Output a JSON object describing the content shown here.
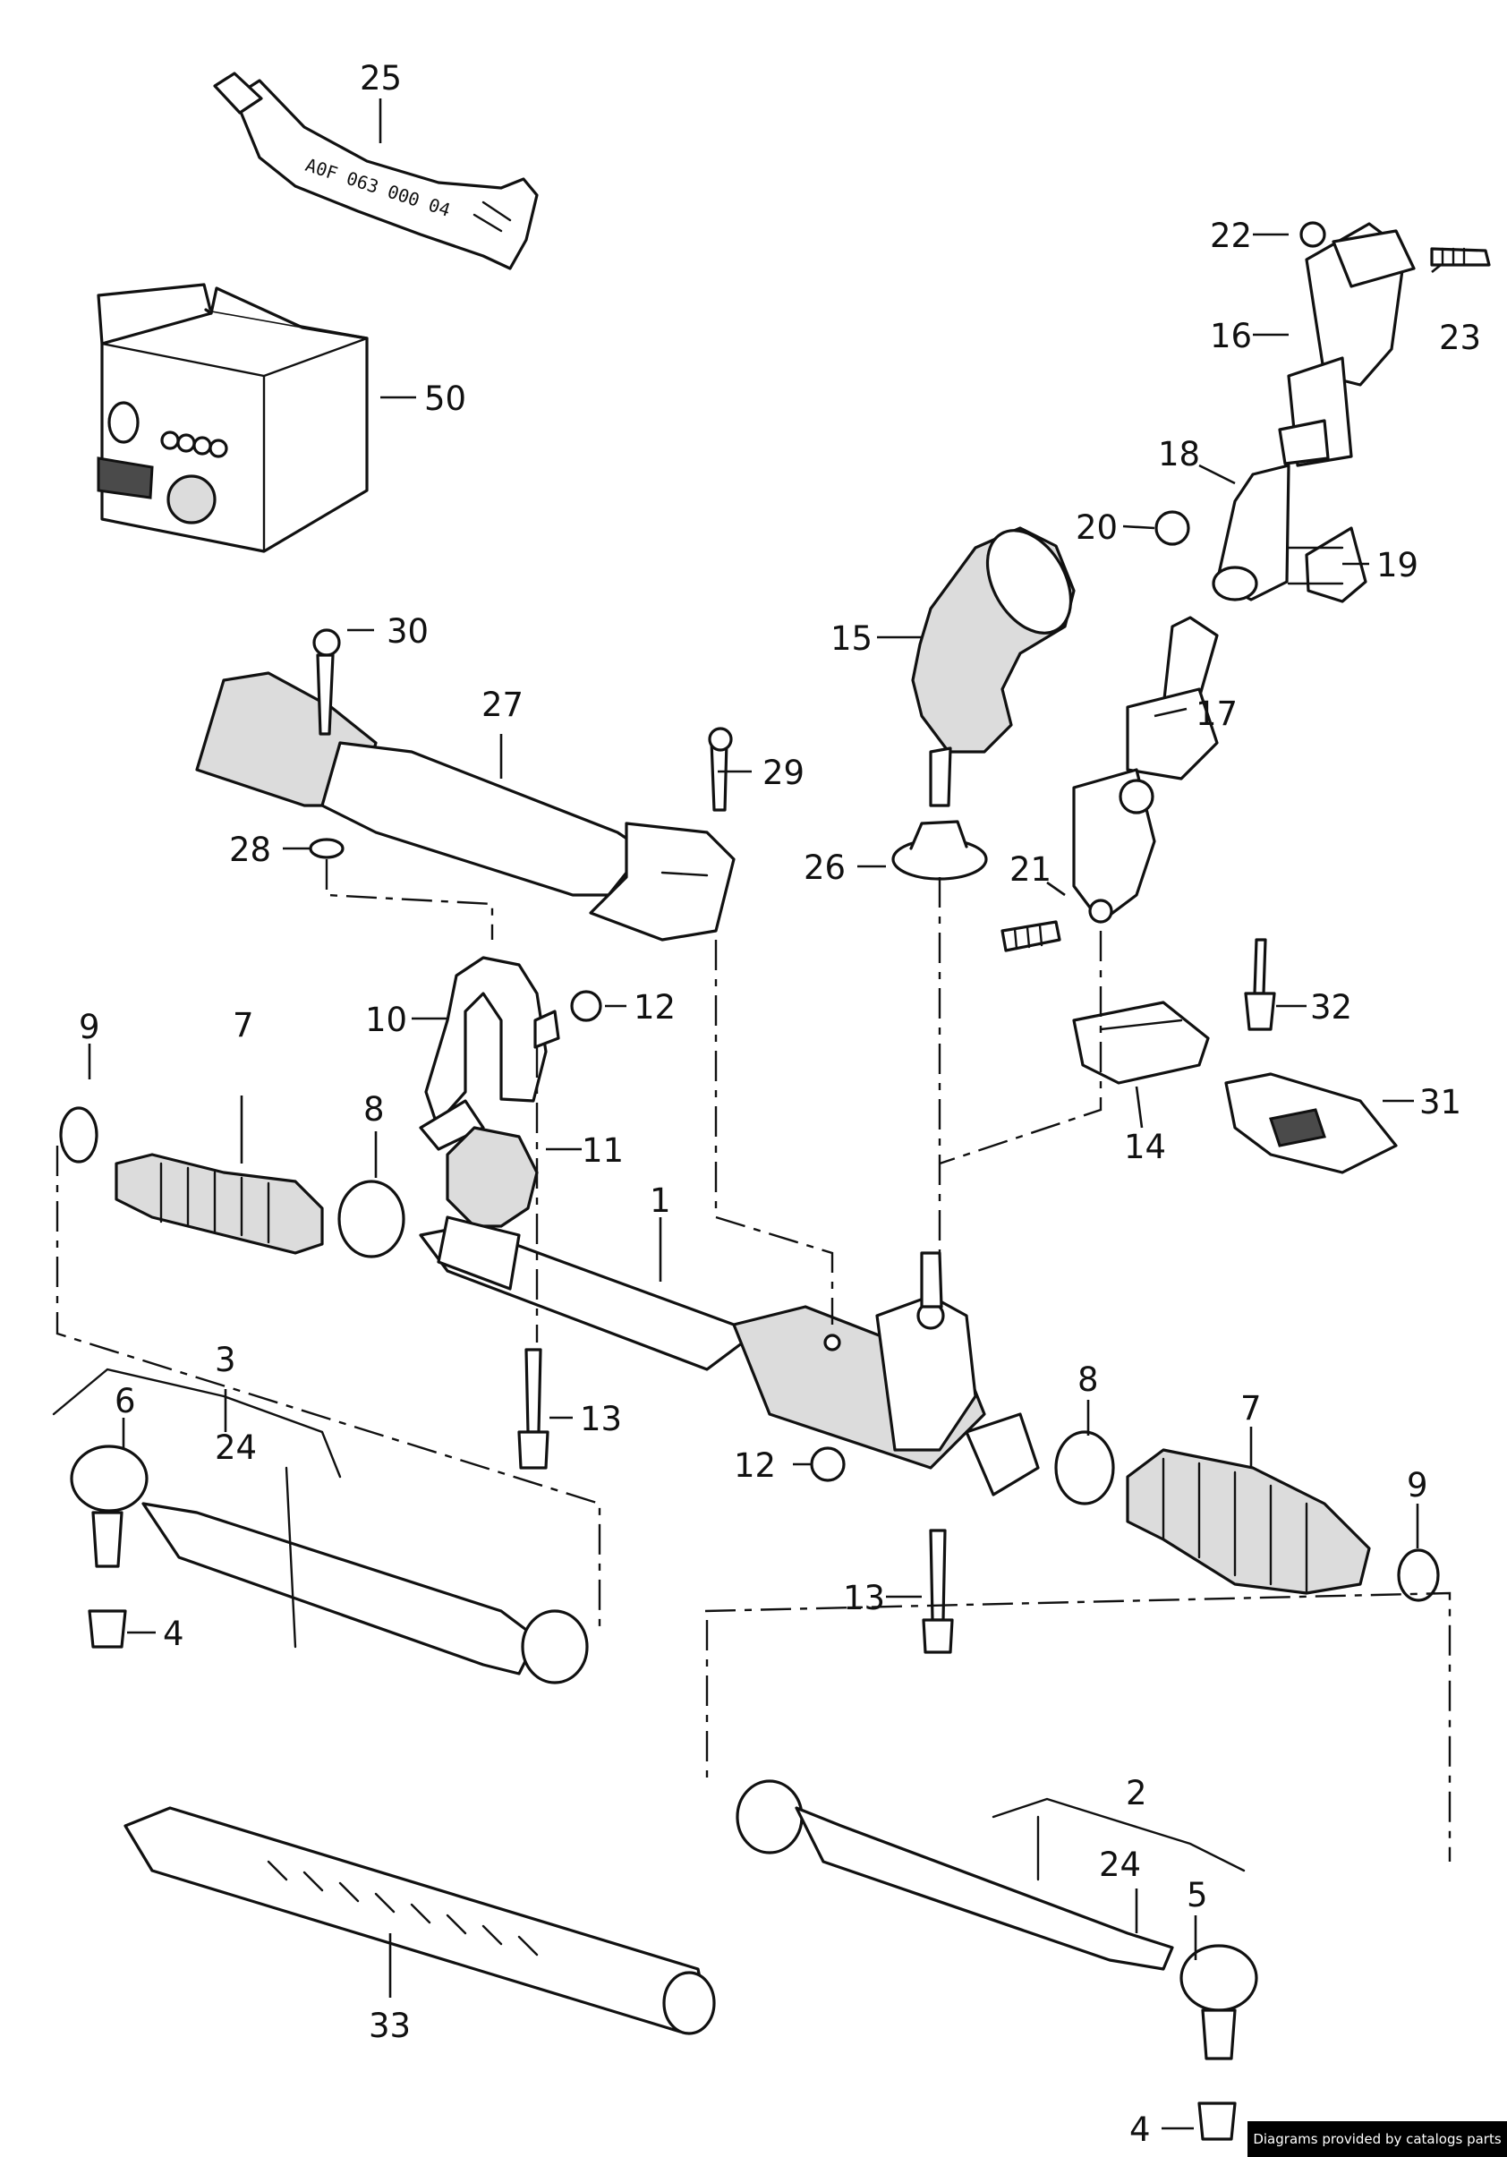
{
  "diagram": {
    "tube_text": "A0F 063 000 04",
    "credit": "Diagrams provided by catalogs parts",
    "callouts": {
      "c25": "25",
      "c50": "50",
      "c22": "22",
      "c23": "23",
      "c16": "16",
      "c18": "18",
      "c20": "20",
      "c19": "19",
      "c15": "15",
      "c30": "30",
      "c27": "27",
      "c29": "29",
      "c28": "28",
      "c26": "26",
      "c17": "17",
      "c21": "21",
      "c10": "10",
      "c12a": "12",
      "c32": "32",
      "c9a": "9",
      "c7a": "7",
      "c8a": "8",
      "c11": "11",
      "c14": "14",
      "c31": "31",
      "c1": "1",
      "c3": "3",
      "c6": "6",
      "c24a": "24",
      "c13a": "13",
      "c8b": "8",
      "c7b": "7",
      "c12b": "12",
      "c9b": "9",
      "c4a": "4",
      "c13b": "13",
      "c2": "2",
      "c24b": "24",
      "c5": "5",
      "c33": "33",
      "c4b": "4"
    }
  }
}
